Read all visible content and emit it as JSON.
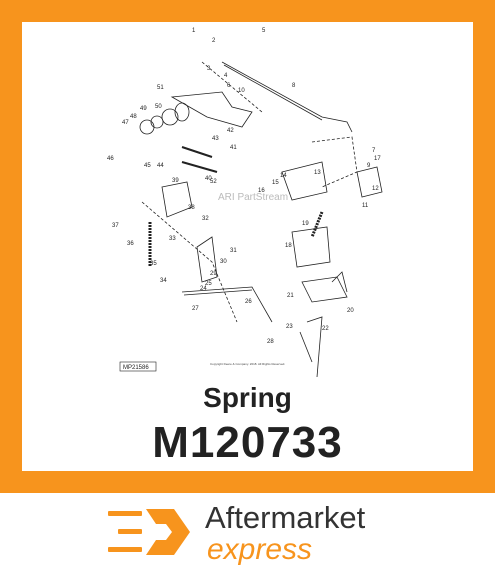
{
  "diagram": {
    "watermark": "ARI PartStream",
    "figure_id": "MP21586",
    "copyright": "Copyright\nDeere & Company. 2018. All Rights Reserved.",
    "callouts": [
      "1",
      "2",
      "3",
      "4",
      "5",
      "6",
      "7",
      "8",
      "9",
      "10",
      "11",
      "12",
      "13",
      "14",
      "15",
      "16",
      "17",
      "18",
      "19",
      "20",
      "21",
      "22",
      "23",
      "24",
      "25",
      "26",
      "27",
      "28",
      "29",
      "30",
      "31",
      "32",
      "33",
      "34",
      "35",
      "36",
      "37",
      "38",
      "39",
      "40",
      "41",
      "42",
      "43",
      "44",
      "45",
      "46",
      "47",
      "48",
      "49",
      "50",
      "51",
      "52"
    ]
  },
  "product": {
    "name": "Spring",
    "part_number": "M120733"
  },
  "brand": {
    "line1": "Aftermarket",
    "line2": "express",
    "accent_color": "#f7941d",
    "logo_icon": "hexagon-speed-icon"
  }
}
